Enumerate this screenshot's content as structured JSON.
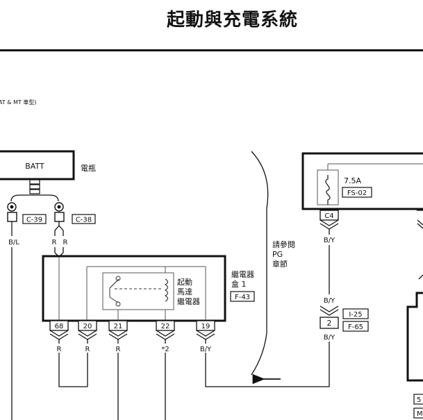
{
  "header": {
    "title": "起動與充電系統",
    "model_note": "AT & MT 車型)"
  },
  "battery": {
    "box_label": "BATT",
    "side_label": "電瓶"
  },
  "ground_terminals": [
    {
      "connector": "C-39",
      "wire": "B/L"
    },
    {
      "connector": "C-38",
      "wire_left": "R",
      "wire_right": "R"
    }
  ],
  "relay_box": {
    "title_line1": "繼電器",
    "title_line2": "盒 1",
    "connector": "F-43",
    "relay_label": [
      "起動",
      "馬達",
      "繼電器"
    ],
    "pins": [
      {
        "pin": "68",
        "wire": "R"
      },
      {
        "pin": "20",
        "wire": "R"
      },
      {
        "pin": "21",
        "wire": "R"
      },
      {
        "pin": "22",
        "wire": "*2"
      },
      {
        "pin": "19",
        "wire": "B/Y"
      }
    ]
  },
  "reference_note": {
    "line1": "請參閱",
    "line2": "PG",
    "line3": "章節"
  },
  "fuse_box": {
    "fuse_rating": "7.5A",
    "fuse_id": "FS-02",
    "connector_pin": "C4",
    "wire": "B/Y"
  },
  "inline_connector": {
    "pin": "2",
    "connectors": [
      "I-25",
      "F-65"
    ],
    "wire_in": "B/Y",
    "wire_out": "B/Y"
  },
  "right_edge_labels": [
    "5",
    "M"
  ]
}
